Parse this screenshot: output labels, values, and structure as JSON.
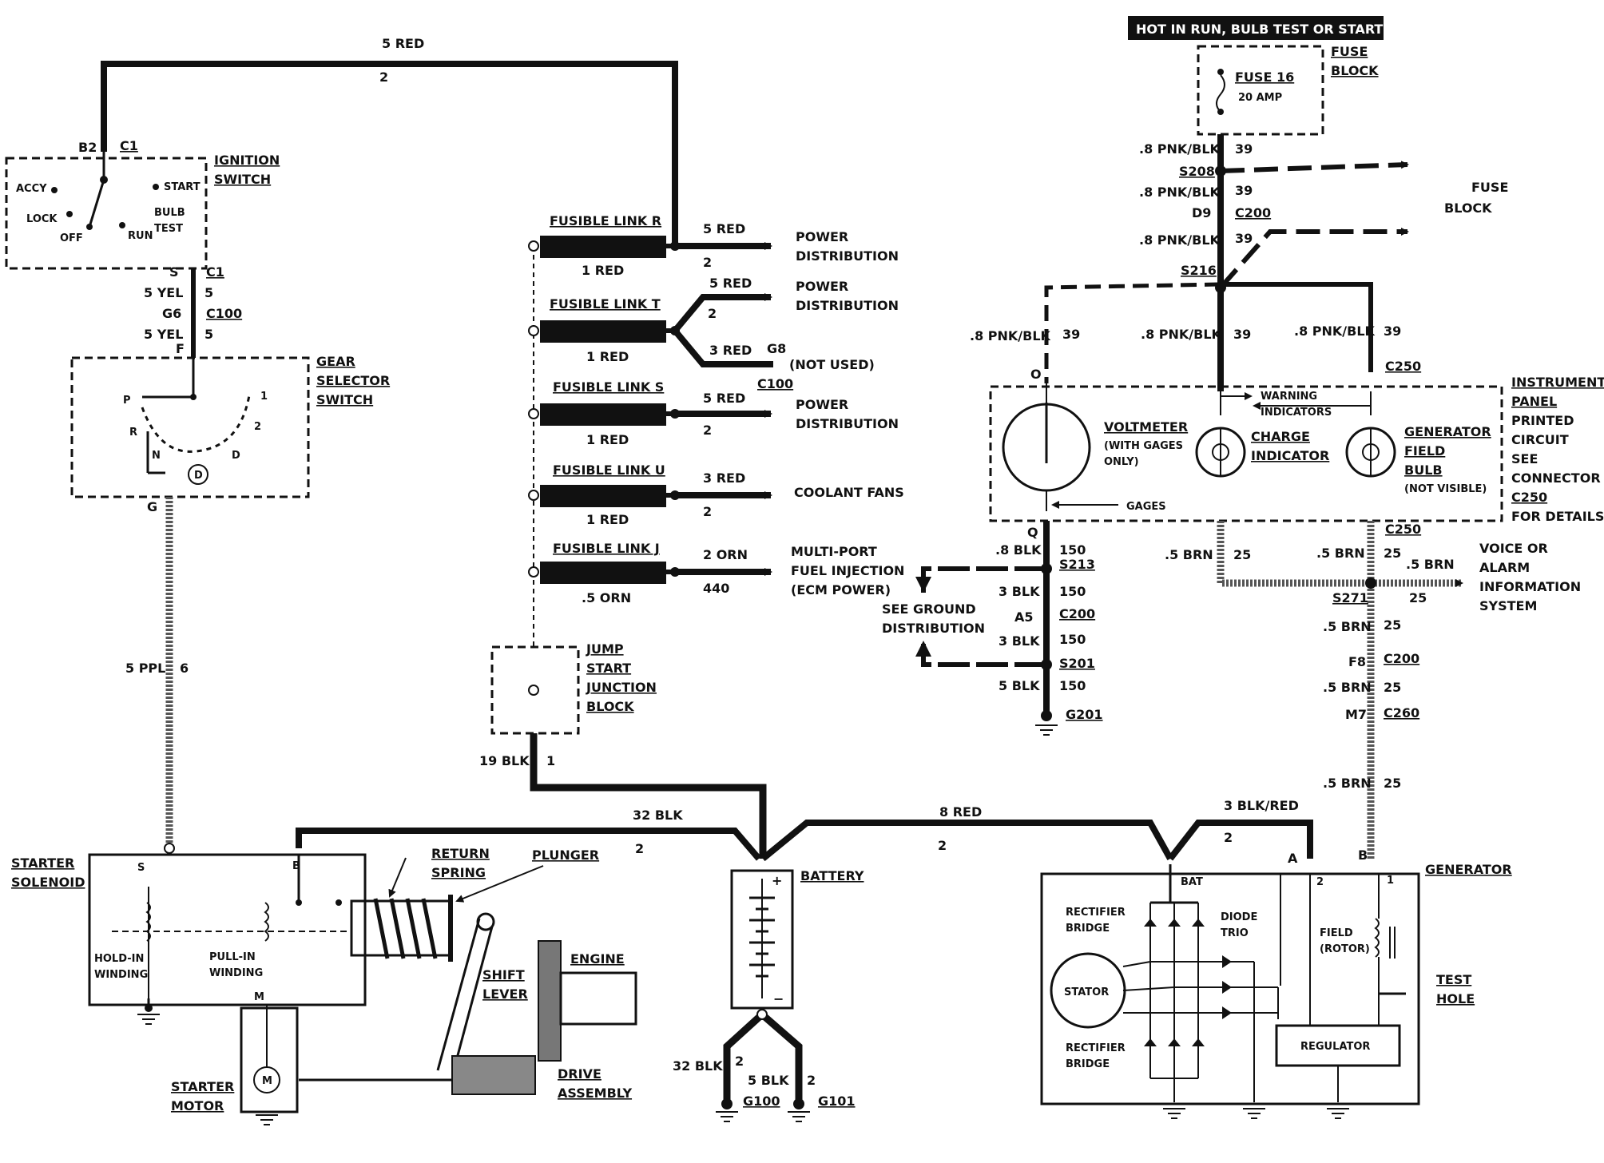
{
  "ignition_switch": {
    "title1": "IGNITION",
    "title2": "SWITCH",
    "pos_accy": "ACCY",
    "pos_lock": "LOCK",
    "pos_off": "OFF",
    "pos_run": "RUN",
    "pos_start": "START",
    "pos_bulb": "BULB",
    "pos_test": "TEST",
    "term_b2": "B2",
    "conn_c1_top": "C1",
    "term_s": "S",
    "conn_c1_bot": "C1"
  },
  "top_wire": {
    "color": "5 RED",
    "circuit": "2"
  },
  "ign_out": {
    "w1_color": "5 YEL",
    "w1_circuit": "5",
    "g6": "G6",
    "c100": "C100",
    "w2_color": "5 YEL",
    "w2_circuit": "5",
    "term_f": "F"
  },
  "gear_selector": {
    "title1": "GEAR",
    "title2": "SELECTOR",
    "title3": "SWITCH",
    "p": "P",
    "r": "R",
    "n": "N",
    "d": "D",
    "pos1": "1",
    "pos2": "2",
    "circled_d": "D",
    "term_g": "G"
  },
  "starter_feed": {
    "color": "5 PPL",
    "circuit": "6"
  },
  "starter_solenoid": {
    "title1": "STARTER",
    "title2": "SOLENOID",
    "term_s": "S",
    "term_b": "B",
    "term_m": "M",
    "hold1": "HOLD-IN",
    "hold2": "WINDING",
    "pull1": "PULL-IN",
    "pull2": "WINDING"
  },
  "starter_parts": {
    "return1": "RETURN",
    "return2": "SPRING",
    "plunger": "PLUNGER",
    "shift1": "SHIFT",
    "shift2": "LEVER",
    "engine": "ENGINE",
    "drive1": "DRIVE",
    "drive2": "ASSEMBLY",
    "motor1": "STARTER",
    "motor2": "MOTOR",
    "motor_m": "M"
  },
  "fusible_links": [
    {
      "name": "FUSIBLE LINK R",
      "in_wire": "1 RED",
      "out_wire": "5 RED",
      "out_circuit": "2",
      "dest1": "POWER",
      "dest2": "DISTRIBUTION"
    },
    {
      "name": "FUSIBLE LINK T",
      "in_wire": "1 RED",
      "out_wire": "5 RED",
      "out_circuit": "2",
      "dest1": "POWER",
      "dest2": "DISTRIBUTION"
    },
    {
      "name": "FUSIBLE LINK S",
      "in_wire": "1 RED",
      "out_wire": "5 RED",
      "out_circuit": "2",
      "dest1": "POWER",
      "dest2": "DISTRIBUTION"
    },
    {
      "name": "FUSIBLE LINK U",
      "in_wire": "1 RED",
      "out_wire": "3 RED",
      "out_circuit": "2",
      "dest1": "COOLANT FANS",
      "dest2": ""
    },
    {
      "name": "FUSIBLE LINK J",
      "in_wire": ".5 ORN",
      "out_wire": "2 ORN",
      "out_circuit": "440",
      "dest1": "MULTI-PORT",
      "dest2": "FUEL INJECTION",
      "dest3": "(ECM POWER)"
    }
  ],
  "link_t_unused": {
    "wire": "3 RED",
    "term": "G8",
    "note": "(NOT USED)",
    "conn": "C100"
  },
  "jump_start": {
    "l1": "JUMP",
    "l2": "START",
    "l3": "JUNCTION",
    "l4": "BLOCK",
    "wire": "19 BLK",
    "circuit": "1"
  },
  "battery": {
    "title": "BATTERY",
    "plus": "+",
    "minus": "−",
    "w_left": "32 BLK",
    "w_left_c": "2",
    "w_right": "8 RED",
    "w_right_c": "2"
  },
  "battery_grounds": {
    "w1": "32 BLK",
    "w1c": "2",
    "w2": "5 BLK",
    "w2c": "2",
    "g1": "G100",
    "g2": "G101"
  },
  "generator": {
    "title": "GENERATOR",
    "feed_wire": "3 BLK/RED",
    "feed_circuit": "2",
    "term_a": "A",
    "term_b": "B",
    "pin2": "2",
    "pin1": "1",
    "bat": "BAT",
    "rect_top1": "RECTIFIER",
    "rect_top2": "BRIDGE",
    "diode1": "DIODE",
    "diode2": "TRIO",
    "stator": "STATOR",
    "rect_bot1": "RECTIFIER",
    "rect_bot2": "BRIDGE",
    "field1": "FIELD",
    "field2": "(ROTOR)",
    "regulator": "REGULATOR",
    "test1": "TEST",
    "test2": "HOLE"
  },
  "fuse_block": {
    "hot_label": "HOT IN RUN, BULB TEST OR START",
    "title1": "FUSE",
    "title2": "BLOCK",
    "fuse": "FUSE 16",
    "amp": "20 AMP",
    "w1": ".8 PNK/BLK",
    "w1c": "39",
    "s208": "S208",
    "w2": ".8 PNK/BLK",
    "w2c": "39",
    "d9": "D9",
    "c200": "C200",
    "w3": ".8 PNK/BLK",
    "w3c": "39",
    "s216": "S216",
    "right1": "FUSE",
    "right2": "BLOCK"
  },
  "instrument_panel": {
    "left_w": ".8 PNK/BLK",
    "left_c": "39",
    "mid_w": ".8 PNK/BLK",
    "mid_c": "39",
    "right_w": ".8 PNK/BLK",
    "right_c": "39",
    "term_o": "O",
    "c250": "C250",
    "warn1": "WARNING",
    "warn2": "INDICATORS",
    "volt1": "VOLTMETER",
    "volt2": "(WITH GAGES",
    "volt3": "ONLY)",
    "charge1": "CHARGE",
    "charge2": "INDICATOR",
    "gen1": "GENERATOR",
    "gen2": "FIELD",
    "gen3": "BULB",
    "gen4": "(NOT VISIBLE)",
    "gages": "GAGES",
    "side": [
      "INSTRUMENT",
      "PANEL",
      "PRINTED",
      "CIRCUIT",
      "SEE",
      "CONNECTOR",
      "C250",
      "FOR DETAILS"
    ],
    "term_q": "Q",
    "c250_bot": "C250"
  },
  "ground_dist": {
    "w1": ".8 BLK",
    "w1c": "150",
    "s213": "S213",
    "w2": "3 BLK",
    "w2c": "150",
    "a5": "A5",
    "c200": "C200",
    "w3": "3 BLK",
    "w3c": "150",
    "s201": "S201",
    "w4": "5 BLK",
    "w4c": "150",
    "g201": "G201",
    "see1": "SEE GROUND",
    "see2": "DISTRIBUTION"
  },
  "brown_circuit": {
    "w_left": ".5 BRN",
    "w_left_c": "25",
    "w1": ".5 BRN",
    "w1c": "25",
    "w_out": ".5 BRN",
    "w_out_c": "25",
    "s271": "S271",
    "w2": ".5 BRN",
    "w2c": "25",
    "f8": "F8",
    "c200": "C200",
    "w3": ".5 BRN",
    "w3c": "25",
    "m7": "M7",
    "c260": "C260",
    "w4": ".5 BRN",
    "w4c": "25",
    "voice1": "VOICE OR",
    "voice2": "ALARM",
    "voice3": "INFORMATION",
    "voice4": "SYSTEM"
  }
}
